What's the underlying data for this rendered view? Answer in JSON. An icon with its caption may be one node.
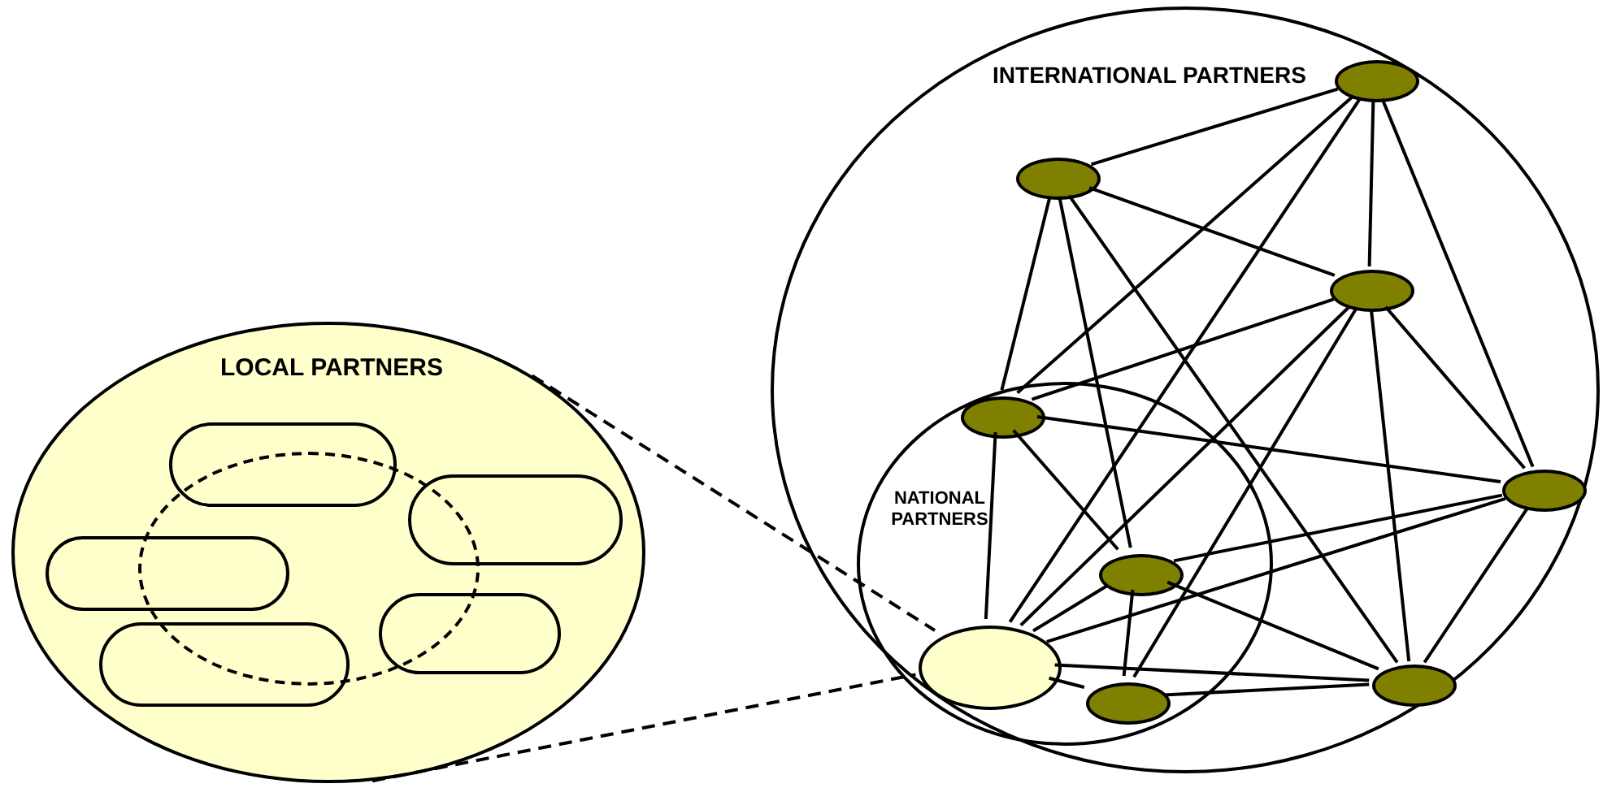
{
  "diagram": {
    "nodes": [
      {
        "text": [
          "LOCAL PARTNERS"
        ]
      },
      {
        "text": [],
        "shape": "box",
        "in": 0
      },
      {
        "text": [],
        "shape": "box",
        "in": 0
      },
      {
        "text": [],
        "shape": "box",
        "in": 0
      },
      {
        "text": [],
        "shape": "box",
        "in": 0
      },
      {
        "text": [],
        "shape": "box",
        "in": 0
      },
      {
        "text": [
          "INTERNATIONAL PARTNERS"
        ]
      },
      {
        "text": [
          "NATIONAL PARTNERS"
        ],
        "in": 6
      },
      {
        "text": [],
        "shape": "circle",
        "in": 6
      },
      {
        "text": [],
        "shape": "circle",
        "in": 6
      },
      {
        "text": [],
        "shape": "circle",
        "in": 6
      },
      {
        "text": [],
        "shape": "circle",
        "in": 7
      },
      {
        "text": [],
        "shape": "circle",
        "in": 6
      },
      {
        "text": [],
        "shape": "circle",
        "in": 7
      },
      {
        "text": [],
        "shape": "circle",
        "in": 7
      },
      {
        "text": [],
        "shape": "circle",
        "in": 7
      },
      {
        "text": [],
        "shape": "circle",
        "in": 6
      },
      {
        "text": [],
        "shape": "circle",
        "in": 0
      }
    ],
    "edges": [
      {
        "from": 0,
        "to": 14,
        "arrow": "none",
        "style": "dashed"
      },
      {
        "from": 0,
        "to": 14,
        "arrow": "none",
        "style": "dashed"
      },
      {
        "from": 8,
        "to": 9,
        "arrow": "none"
      },
      {
        "from": 8,
        "to": 11,
        "arrow": "none"
      },
      {
        "from": 8,
        "to": 14,
        "arrow": "none"
      },
      {
        "from": 8,
        "to": 10,
        "arrow": "none"
      },
      {
        "from": 8,
        "to": 12,
        "arrow": "none"
      },
      {
        "from": 9,
        "to": 10,
        "arrow": "none"
      },
      {
        "from": 9,
        "to": 11,
        "arrow": "none"
      },
      {
        "from": 9,
        "to": 13,
        "arrow": "none"
      },
      {
        "from": 9,
        "to": 16,
        "arrow": "none"
      },
      {
        "from": 10,
        "to": 11,
        "arrow": "none"
      },
      {
        "from": 10,
        "to": 14,
        "arrow": "none"
      },
      {
        "from": 10,
        "to": 15,
        "arrow": "none"
      },
      {
        "from": 10,
        "to": 16,
        "arrow": "none"
      },
      {
        "from": 10,
        "to": 12,
        "arrow": "none"
      },
      {
        "from": 11,
        "to": 14,
        "arrow": "none"
      },
      {
        "from": 11,
        "to": 13,
        "arrow": "none"
      },
      {
        "from": 11,
        "to": 12,
        "arrow": "none"
      },
      {
        "from": 12,
        "to": 13,
        "arrow": "none"
      },
      {
        "from": 12,
        "to": 14,
        "arrow": "none"
      },
      {
        "from": 12,
        "to": 16,
        "arrow": "none"
      },
      {
        "from": 13,
        "to": 14,
        "arrow": "none"
      },
      {
        "from": 13,
        "to": 15,
        "arrow": "none"
      },
      {
        "from": 13,
        "to": 16,
        "arrow": "none"
      },
      {
        "from": 14,
        "to": 16,
        "arrow": "none"
      },
      {
        "from": 14,
        "to": 15,
        "arrow": "none"
      },
      {
        "from": 15,
        "to": 16,
        "arrow": "none"
      }
    ]
  }
}
